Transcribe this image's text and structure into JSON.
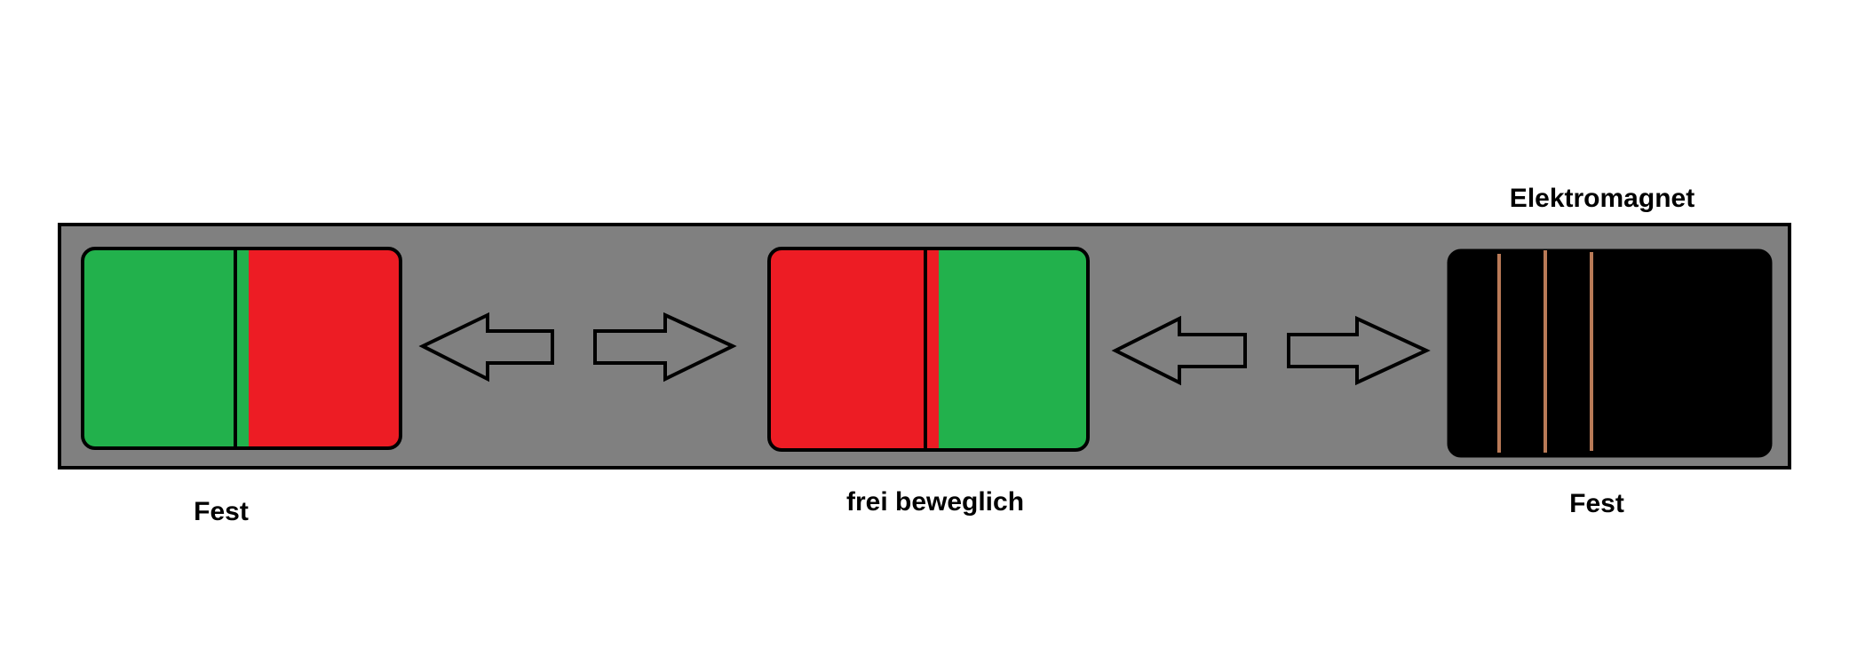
{
  "labels": {
    "left": "Fest",
    "middle": "frei beweglich",
    "right_top": "Elektromagnet",
    "right_bottom": "Fest"
  },
  "colors": {
    "track": "#808080",
    "green": "#22b14c",
    "red": "#ed1c24",
    "electromagnet": "#000000",
    "coil_wire": "#b97a57",
    "outline": "#000000",
    "arrow_fill": "#808080"
  },
  "magnets": {
    "left": {
      "left_pole": "green",
      "right_pole": "red"
    },
    "middle": {
      "left_pole": "red",
      "right_pole": "green"
    }
  },
  "icons": {
    "arrows": [
      "arrow-left-icon",
      "arrow-right-icon",
      "arrow-left-icon",
      "arrow-right-icon"
    ]
  }
}
